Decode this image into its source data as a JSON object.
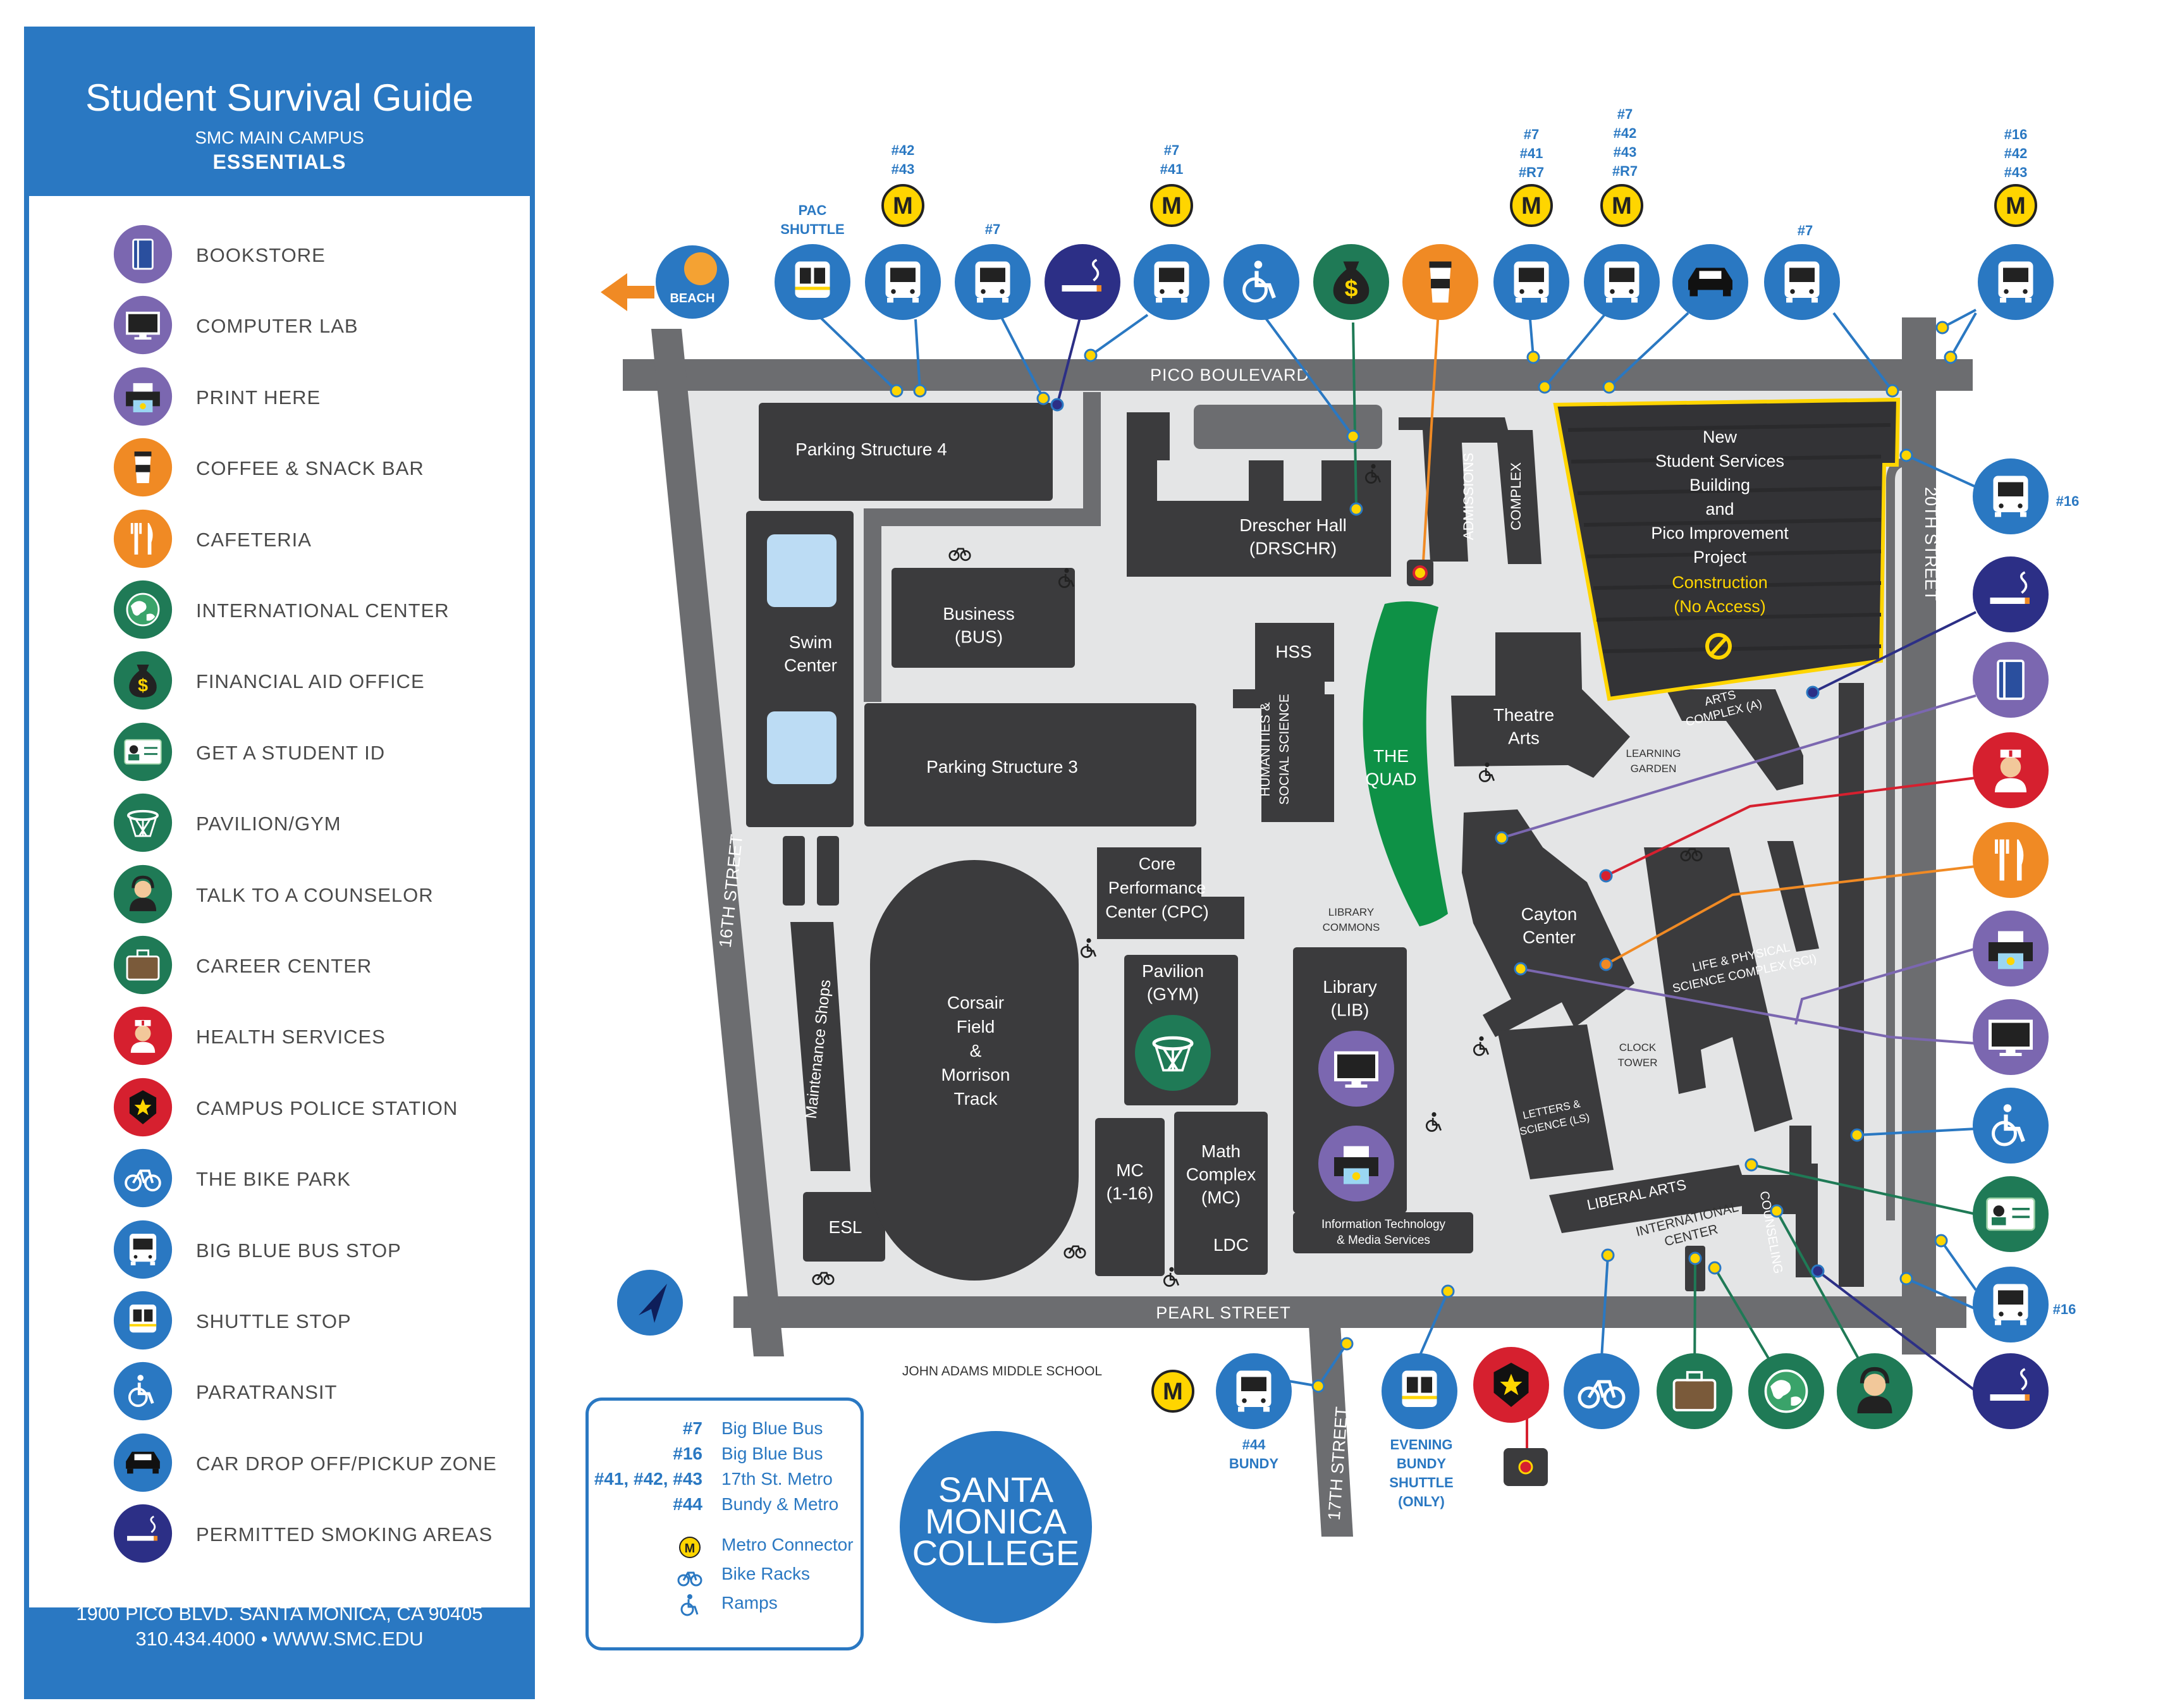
{
  "sidebar": {
    "title": "Student Survival Guide",
    "subtitle": "SMC MAIN CAMPUS",
    "subtitle2": "ESSENTIALS",
    "items": [
      {
        "label": "BOOKSTORE",
        "icon": "book-icon",
        "color": "#7b67b0"
      },
      {
        "label": "COMPUTER LAB",
        "icon": "monitor-icon",
        "color": "#7b67b0"
      },
      {
        "label": "PRINT HERE",
        "icon": "printer-icon",
        "color": "#7b67b0"
      },
      {
        "label": "COFFEE & SNACK BAR",
        "icon": "coffee-icon",
        "color": "#f08a24"
      },
      {
        "label": "CAFETERIA",
        "icon": "utensils-icon",
        "color": "#f08a24"
      },
      {
        "label": "INTERNATIONAL CENTER",
        "icon": "globe-icon",
        "color": "#1f7a56"
      },
      {
        "label": "FINANCIAL AID OFFICE",
        "icon": "money-bag-icon",
        "color": "#1f7a56"
      },
      {
        "label": "GET A STUDENT ID",
        "icon": "id-card-icon",
        "color": "#1f7a56"
      },
      {
        "label": "PAVILION/GYM",
        "icon": "basketball-hoop-icon",
        "color": "#1f7a56"
      },
      {
        "label": "TALK TO A COUNSELOR",
        "icon": "counselor-icon",
        "color": "#1f7a56"
      },
      {
        "label": "CAREER CENTER",
        "icon": "briefcase-icon",
        "color": "#1f7a56"
      },
      {
        "label": "HEALTH SERVICES",
        "icon": "nurse-icon",
        "color": "#d6202f"
      },
      {
        "label": "CAMPUS POLICE STATION",
        "icon": "police-badge-icon",
        "color": "#d6202f"
      },
      {
        "label": "THE BIKE PARK",
        "icon": "bicycle-icon",
        "color": "#2a78c2"
      },
      {
        "label": "BIG BLUE BUS STOP",
        "icon": "bus-icon",
        "color": "#2a78c2"
      },
      {
        "label": "SHUTTLE STOP",
        "icon": "shuttle-icon",
        "color": "#2a78c2"
      },
      {
        "label": "PARATRANSIT",
        "icon": "wheelchair-icon",
        "color": "#2a78c2"
      },
      {
        "label": "CAR DROP OFF/PICKUP ZONE",
        "icon": "car-icon",
        "color": "#2a78c2"
      },
      {
        "label": "PERMITTED SMOKING AREAS",
        "icon": "cigarette-icon",
        "color": "#2c2f86"
      }
    ],
    "address": "1900 PICO BLVD. SANTA MONICA, CA 90405",
    "contact": "310.434.4000 • WWW.SMC.EDU"
  },
  "streets": {
    "pico": "PICO BOULEVARD",
    "pearl": "PEARL STREET",
    "s16": "16TH STREET",
    "s17": "17TH STREET",
    "s20": "20TH STREET"
  },
  "buildings": {
    "ps4": "Parking Structure 4",
    "ps3": "Parking Structure 3",
    "swim": [
      "Swim",
      "Center"
    ],
    "business": [
      "Business",
      "(BUS)"
    ],
    "drescher": [
      "Drescher Hall",
      "(DRSCHR)"
    ],
    "admissions": "ADMISSIONS",
    "complex": "COMPLEX",
    "new_ssb": [
      "New",
      "Student Services",
      "Building",
      "and",
      "Pico Improvement",
      "Project"
    ],
    "construction": [
      "Construction",
      "(No Access)"
    ],
    "hss": "HSS",
    "hum_soc": [
      "HUMANITIES &",
      "SOCIAL SCIENCE"
    ],
    "quad": [
      "THE",
      "QUAD"
    ],
    "theatre": [
      "Theatre",
      "Arts"
    ],
    "arts_complex": [
      "ARTS",
      "COMPLEX (A)"
    ],
    "learning_garden": [
      "LEARNING",
      "GARDEN"
    ],
    "cpc": [
      "Core",
      "Performance",
      "Center (CPC)"
    ],
    "pavilion": [
      "Pavilion",
      "(GYM)"
    ],
    "corsair": [
      "Corsair",
      "Field",
      "&",
      "Morrison",
      "Track"
    ],
    "maintenance": "Maintenance Shops",
    "esl": "ESL",
    "mc": [
      "MC",
      "(1-16)"
    ],
    "math": [
      "Math",
      "Complex",
      "(MC)"
    ],
    "ldc": "LDC",
    "library_commons": [
      "LIBRARY",
      "COMMONS"
    ],
    "library": [
      "Library",
      "(LIB)"
    ],
    "it": [
      "Information Technology",
      "& Media Services"
    ],
    "cayton": [
      "Cayton",
      "Center"
    ],
    "lps": [
      "LIFE & PHYSICAL",
      "SCIENCE COMPLEX (SCI)"
    ],
    "clock": [
      "CLOCK",
      "TOWER"
    ],
    "letters": [
      "LETTERS &",
      "SCIENCE (LS)"
    ],
    "liberal": "LIBERAL ARTS",
    "intl": [
      "INTERNATIONAL",
      "CENTER"
    ],
    "counseling": "COUNSELING",
    "jams": "JOHN ADAMS MIDDLE SCHOOL"
  },
  "top_stops": {
    "beach": "BEACH",
    "pac_shuttle": [
      "PAC",
      "SHUTTLE"
    ],
    "r42_43": [
      "#42",
      "#43"
    ],
    "r7a": "#7",
    "r7_41": [
      "#7",
      "#41"
    ],
    "r7_41_r7": [
      "#7",
      "#41",
      "#R7"
    ],
    "r7_42_43_r7": [
      "#7",
      "#42",
      "#43",
      "#R7"
    ],
    "r7b": "#7",
    "r16_42_43": [
      "#16",
      "#42",
      "#43"
    ],
    "r16a": "#16",
    "r16b": "#16"
  },
  "bottom_stops": {
    "bundy": [
      "#44",
      "BUNDY"
    ],
    "evening": [
      "EVENING",
      "BUNDY",
      "SHUTTLE",
      "(ONLY)"
    ]
  },
  "key": {
    "rows": [
      {
        "code": "#7",
        "desc": "Big Blue Bus"
      },
      {
        "code": "#16",
        "desc": "Big Blue Bus"
      },
      {
        "code": "#41, #42, #43",
        "desc": "17th St. Metro"
      },
      {
        "code": "#44",
        "desc": "Bundy & Metro"
      }
    ],
    "metro": "Metro Connector",
    "bike": "Bike Racks",
    "ramps": "Ramps",
    "metro_glyph": "M"
  },
  "logo": [
    "SANTA",
    "MONICA",
    "COLLEGE"
  ],
  "colors": {
    "blue": "#2a78c2",
    "navy": "#2c2f86",
    "purple": "#7b67b0",
    "orange": "#f08a24",
    "green": "#1f7a56",
    "quad_green": "#0e9146",
    "red": "#d6202f",
    "yellow": "#ffd500",
    "building": "#3b3b3d",
    "ground": "#e4e5e6",
    "road": "#6c6d70"
  }
}
